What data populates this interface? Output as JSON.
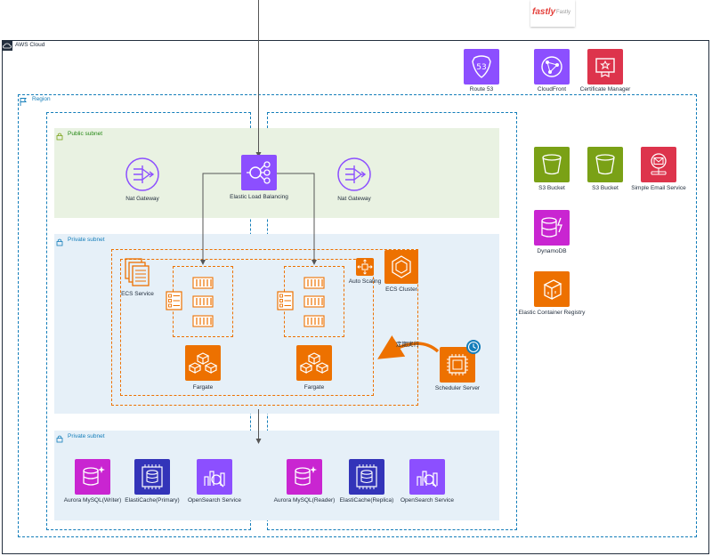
{
  "colors": {
    "purple": "#8c4fff",
    "orange": "#ed7100",
    "green": "#7aa116",
    "red": "#dd344c",
    "pink": "#c925d1",
    "blue": "#3334b9",
    "magenta": "#c925d1",
    "public_subnet_bg": "#e9f2e2",
    "private_subnet_bg": "#e6f0f8",
    "region_border": "#147eba",
    "fastly_red": "#e43f3a"
  },
  "external": {
    "fastly_logo": "fastly",
    "fastly_label": "Fastly"
  },
  "groups": {
    "aws_cloud": "AWS Cloud",
    "region": "Region",
    "public_subnet": "Public subnet",
    "private_subnet_app": "Private subnet",
    "private_subnet_data": "Private subnet"
  },
  "global_services": {
    "route53": "Route 53",
    "cloudfront": "CloudFront",
    "certificate_manager": "Certificate Manager"
  },
  "public": {
    "nat_gateway_1": "Nat Gateway",
    "elb": "Elastic Load Balancing",
    "nat_gateway_2": "Nat Gateway"
  },
  "app": {
    "ecs_service": "ECS Service",
    "auto_scaling": "Auto Scaling",
    "ecs_cluster": "ECS Cluster",
    "fargate_1": "Fargate",
    "fargate_2": "Fargate",
    "scheduler_server": "Scheduler Server",
    "scheduled_run": "定期実行"
  },
  "data": {
    "aurora_writer": "Aurora MySQL(Writer)",
    "elasticache_primary": "ElastiCache(Primary)",
    "opensearch_1": "OpenSearch Service",
    "aurora_reader": "Aurora MySQL(Reader)",
    "elasticache_replica": "ElastiCache(Replica)",
    "opensearch_2": "OpenSearch Service"
  },
  "regional_services": {
    "s3_bucket_1": "S3 Bucket",
    "s3_bucket_2": "S3 Bucket",
    "ses": "Simple Email Service",
    "dynamodb": "DynamoDB",
    "ecr": "Elastic Container Registry"
  }
}
